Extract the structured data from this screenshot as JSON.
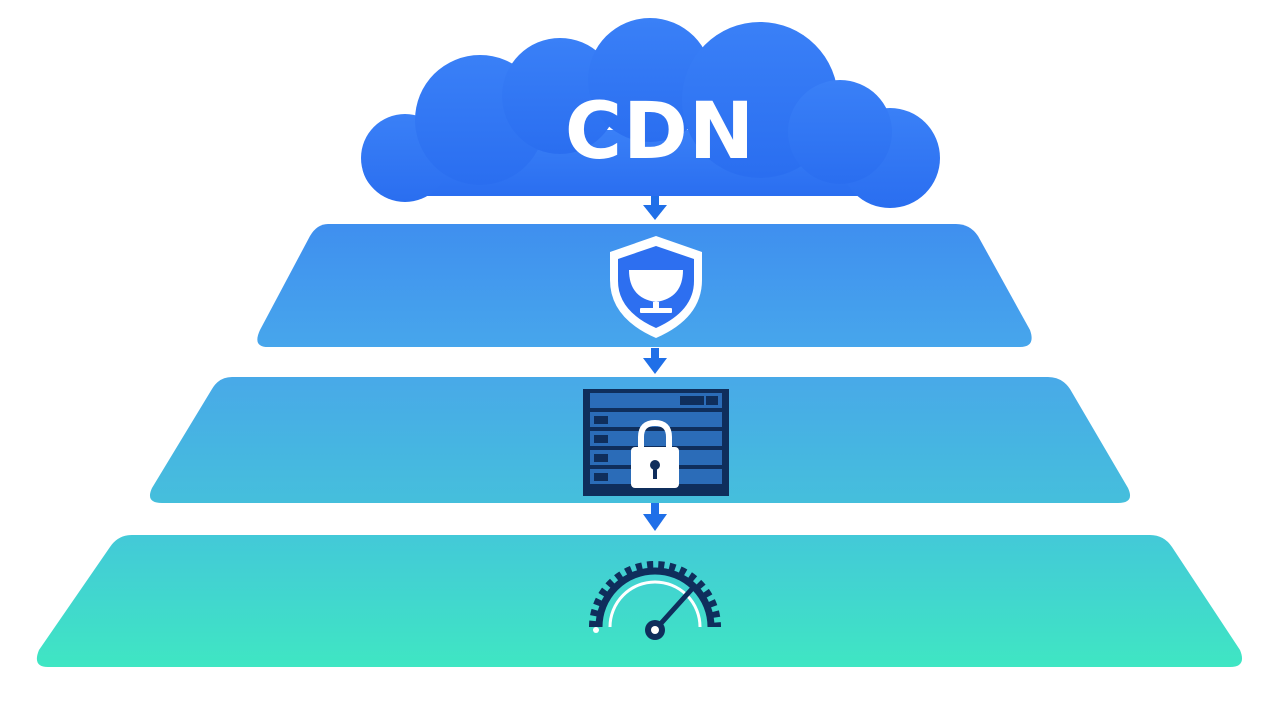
{
  "cloud": {
    "label": "CDN",
    "color": "#2d74f5"
  },
  "arrow_color": "#1f6fe8",
  "layers": [
    {
      "id": "security",
      "icon": "shield-icon",
      "gradient": [
        "#3f8fef",
        "#47a6ec"
      ]
    },
    {
      "id": "encryption",
      "icon": "locked-server-icon",
      "gradient": [
        "#48a9e8",
        "#45bfdc"
      ]
    },
    {
      "id": "performance",
      "icon": "speedometer-gauge-icon",
      "gradient": [
        "#43c9d8",
        "#3fe6c3"
      ]
    }
  ],
  "icon_colors": {
    "shield_fill": "#2d6ff0",
    "dark_navy": "#0f2e5c",
    "server_bar": "#2b6cb8"
  }
}
